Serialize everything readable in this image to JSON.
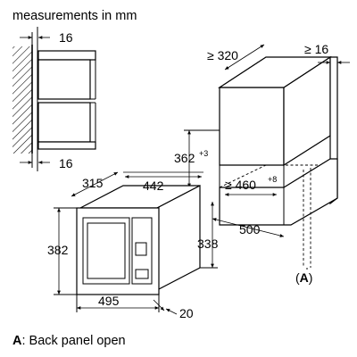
{
  "diagram": {
    "title": "measurements in mm",
    "niche_side": {
      "dim_top": "16",
      "dim_bottom": "16"
    },
    "cabinet": {
      "dim_depth": "≥ 320",
      "dim_side": "≥ 16",
      "dim_height": "362",
      "dim_height_tol": "+3",
      "dim_width": "≥ 460",
      "dim_width_tol": "+8",
      "dim_depth_bottom": "500",
      "callout": "(A)",
      "callout_letter": "A"
    },
    "appliance": {
      "dim_depth": "315",
      "dim_width": "442",
      "dim_height": "382",
      "dim_inner_height": "338",
      "dim_front_width": "495",
      "dim_frame_depth": "20"
    },
    "legend": {
      "letter": "A",
      "text": ": Back panel open"
    }
  }
}
